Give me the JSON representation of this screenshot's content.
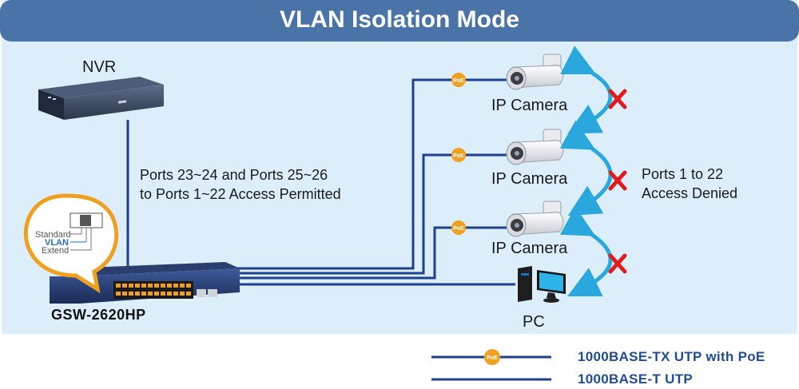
{
  "title": "VLAN Isolation Mode",
  "devices": {
    "nvr": "NVR",
    "camera1": "IP Camera",
    "camera2": "IP Camera",
    "camera3": "IP Camera",
    "pc": "PC",
    "switch": "GSW-2620HP"
  },
  "notes": {
    "permitted_line1": "Ports 23~24 and Ports 25~26",
    "permitted_line2": "to Ports 1~22 Access Permitted",
    "denied_line1": "Ports 1 to 22",
    "denied_line2": "Access Denied"
  },
  "dip_switch": {
    "standard": "Standard",
    "vlan": "VLAN",
    "extend": "Extend"
  },
  "poe_badge": "PoE",
  "legend": {
    "poe_line": "1000BASE-TX UTP with PoE",
    "plain_line": "1000BASE-T UTP"
  },
  "colors": {
    "header": "#4a73a8",
    "background": "#dbeefa",
    "cable": "#1f3f8f",
    "poe_badge": "#f0a020",
    "arrow": "#2aa7dd",
    "deny_x": "#e01b1b"
  }
}
